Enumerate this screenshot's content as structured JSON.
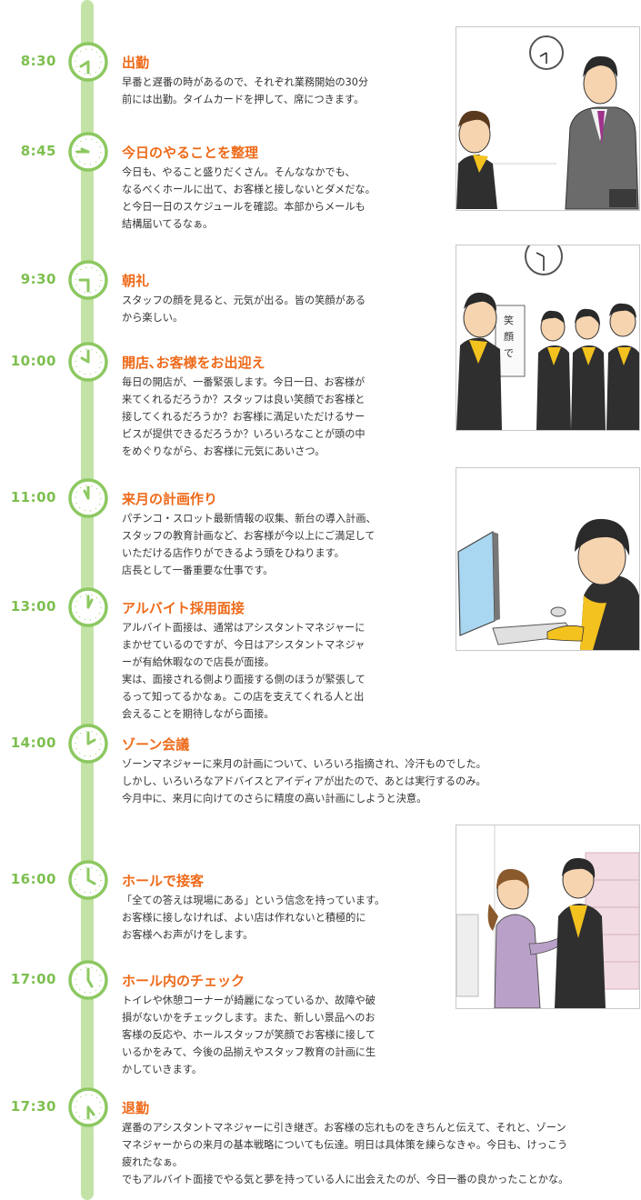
{
  "entries": [
    {
      "time": "8:30",
      "title": "出勤",
      "desc": "早番と遅番の時があるので、それぞれ業務開始の30分\n前には出勤。タイムカードを押して、席につきます。",
      "clock_icon": "clock-830-icon"
    },
    {
      "time": "8:45",
      "title": "今日のやることを整理",
      "desc": "今日も、やること盛りだくさん。そんななかでも、\nなるべくホールに出て、お客様と接しないとダメだな。\nと今日一日のスケジュールを確認。本部からメールも\n結構届いてるなぁ。",
      "clock_icon": "clock-845-icon"
    },
    {
      "time": "9:30",
      "title": "朝礼",
      "desc": "スタッフの顔を見ると、元気が出る。皆の笑顔がある\nから楽しい。",
      "clock_icon": "clock-930-icon"
    },
    {
      "time": "10:00",
      "title": "開店､お客様をお出迎え",
      "desc": "毎日の開店が、一番緊張します。今日一日、お客様が\n来てくれるだろうか？スタッフは良い笑顔でお客様と\n接してくれるだろうか？お客様に満足いただけるサー\nビスが提供できるだろうか？いろいろなことが頭の中\nをめぐりながら、お客様に元気にあいさつ。",
      "clock_icon": "clock-1000-icon"
    },
    {
      "time": "11:00",
      "title": "来月の計画作り",
      "desc": "パチンコ・スロット最新情報の収集、新台の導入計画、\nスタッフの教育計画など、お客様が今以上にご満足して\nいただける店作りができるよう頭をひねります。\n店長として一番重要な仕事です。",
      "clock_icon": "clock-1100-icon"
    },
    {
      "time": "13:00",
      "title": "アルバイト採用面接",
      "desc": "アルバイト面接は、通常はアシスタントマネジャーに\nまかせているのですが、今日はアシスタントマネジャ\nーが有給休暇なので店長が面接。\n実は、面接される側より面接する側のほうが緊張して\nるって知ってるかなぁ。この店を支えてくれる人と出\n会えることを期待しながら面接。",
      "clock_icon": "clock-1300-icon"
    },
    {
      "time": "14:00",
      "title": "ゾーン会議",
      "desc": "ゾーンマネジャーに来月の計画について、いろいろ指摘され、冷汗ものでした。\nしかし、いろいろなアドバイスとアイディアが出たので、あとは実行するのみ。\n今月中に、来月に向けてのさらに精度の高い計画にしようと決意。",
      "clock_icon": "clock-1400-icon"
    },
    {
      "time": "16:00",
      "title": "ホールで接客",
      "desc": "「全ての答えは現場にある」という信念を持っています。\nお客様に接しなければ、よい店は作れないと積極的に\nお客様へお声がけをします。",
      "clock_icon": "clock-1600-icon"
    },
    {
      "time": "17:00",
      "title": "ホール内のチェック",
      "desc": "トイレや休憩コーナーが綺麗になっているか、故障や破\n損がないかをチェックします。また、新しい景品へのお\n客様の反応や、ホールスタッフが笑顔でお客様に接して\nいるかをみて、今後の品揃えやスタッフ教育の計画に生\nかしていきます。",
      "clock_icon": "clock-1700-icon"
    },
    {
      "time": "17:30",
      "title": "退勤",
      "desc": "遅番のアシスタントマネジャーに引き継ぎ。お客様の忘れものをきちんと伝えて、それと、ゾーン\nマネジャーからの来月の基本戦略についても伝達。明日は具体策を練らなきゃ。今日も、けっこう\n疲れたなぁ。\nでもアルバイト面接でやる気と夢を持っている人に出会えたのが、今日一番の良かったことかな。",
      "clock_icon": "clock-1730-icon"
    }
  ],
  "colors": {
    "timeline": "#c3e3a6",
    "clock_ring": "#8cc861",
    "time_text": "#7dbf4f",
    "title_text": "#ee6a1a",
    "body_text": "#333333"
  },
  "illustrations": [
    {
      "name": "illustration-arrival-office"
    },
    {
      "name": "illustration-morning-meeting"
    },
    {
      "name": "illustration-computer-planning"
    },
    {
      "name": "illustration-hall-customer-service"
    }
  ]
}
